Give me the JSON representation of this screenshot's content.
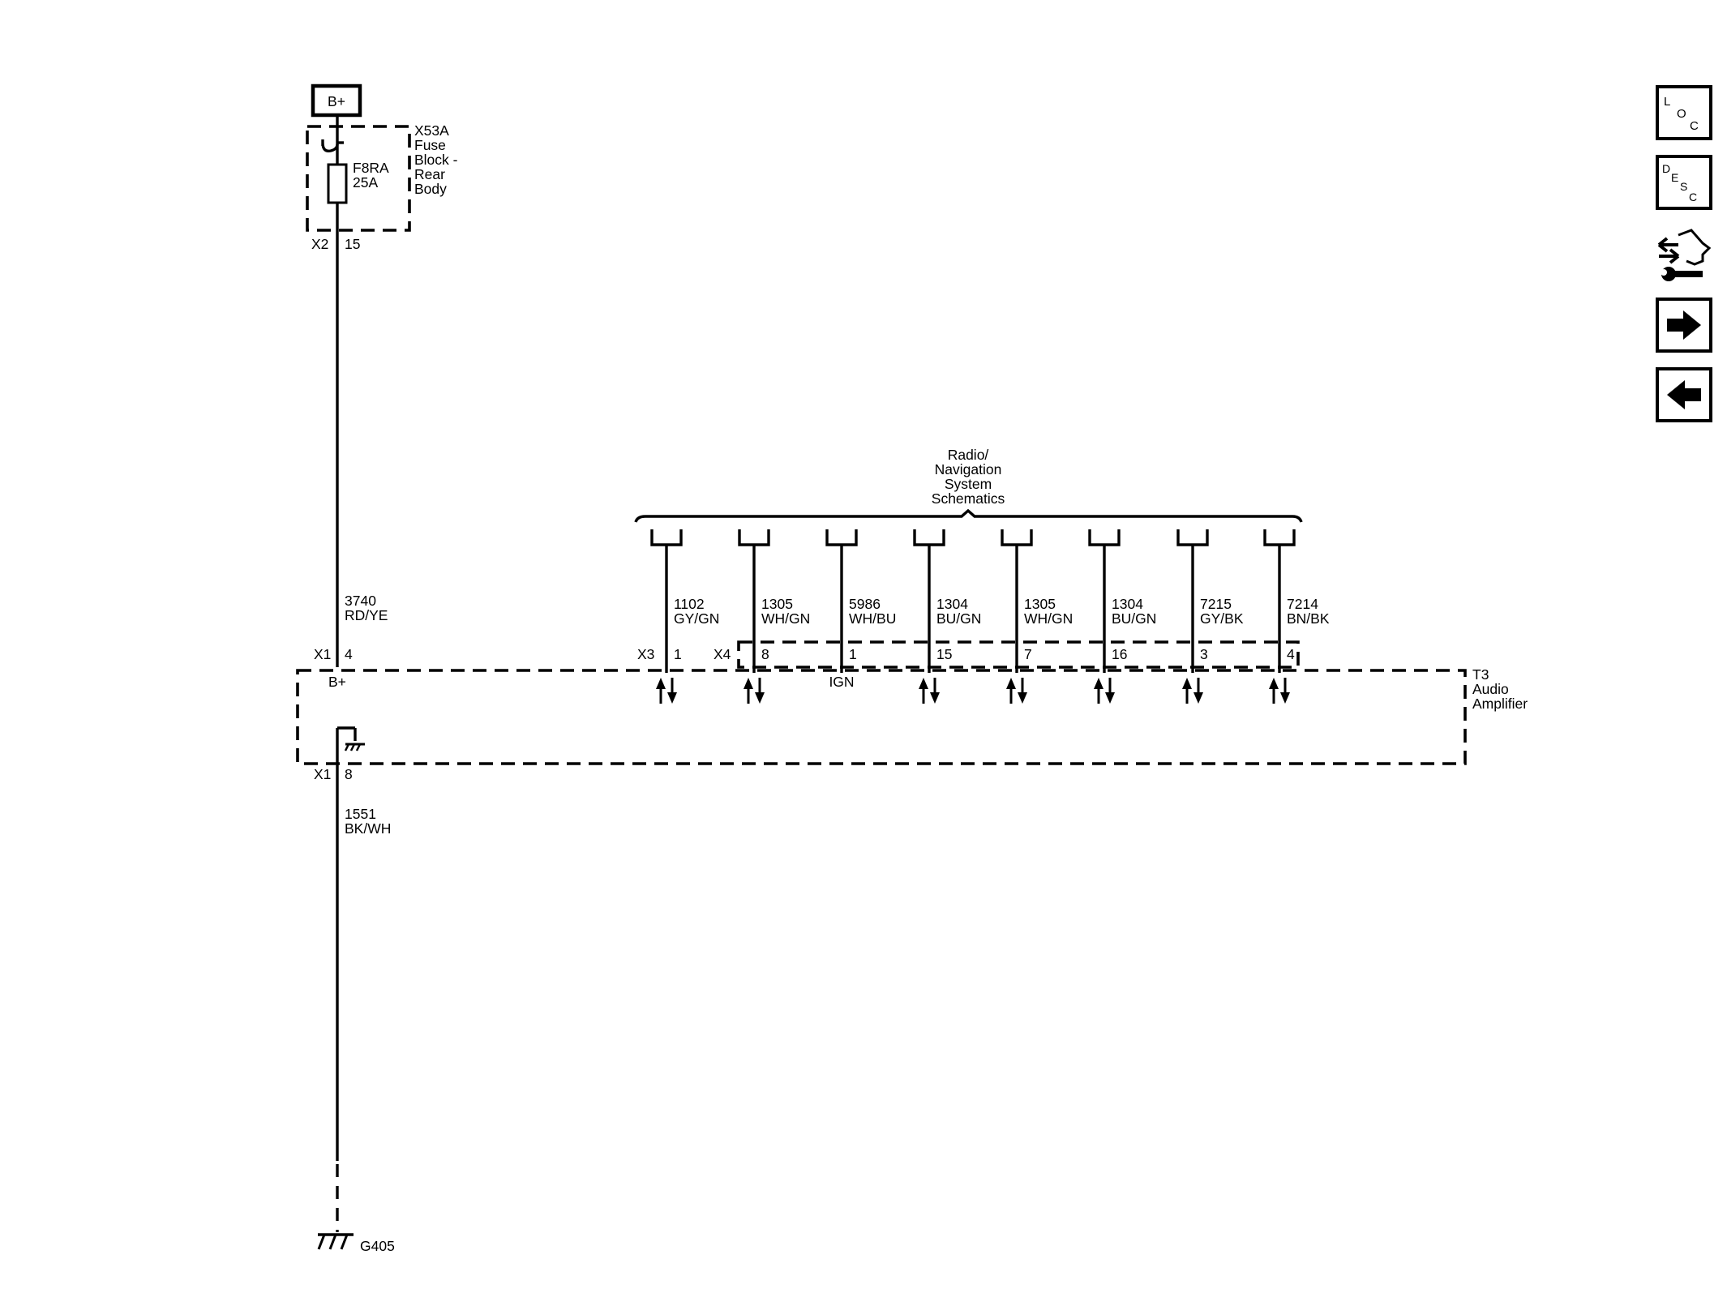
{
  "power": {
    "label": "B+"
  },
  "fuse_block": {
    "name_lines": [
      "X53A",
      "Fuse",
      "Block -",
      "Rear",
      "Body"
    ],
    "fuse_id": "F8RA",
    "fuse_rating": "25A",
    "connector": "X2",
    "pin": "15"
  },
  "power_wire": {
    "circuit": "3740",
    "color": "RD/YE"
  },
  "amp_power_pin": {
    "connector": "X1",
    "pin": "4",
    "function": "B+"
  },
  "amp_ground_pin": {
    "connector": "X1",
    "pin": "8"
  },
  "ground_wire": {
    "circuit": "1551",
    "color": "BK/WH"
  },
  "ground": {
    "id": "G405"
  },
  "radio_group": {
    "label_lines": [
      "Radio/",
      "Navigation",
      "System",
      "Schematics"
    ]
  },
  "amplifier": {
    "label_lines": [
      "T3",
      "Audio",
      "Amplifier"
    ]
  },
  "connectors": {
    "x3": "X3",
    "x4": "X4"
  },
  "signal_wires": [
    {
      "circuit": "1102",
      "color": "GY/GN",
      "pin": "1",
      "function": "",
      "bidirectional": true
    },
    {
      "circuit": "1305",
      "color": "WH/GN",
      "pin": "8",
      "function": "",
      "bidirectional": true
    },
    {
      "circuit": "5986",
      "color": "WH/BU",
      "pin": "1",
      "function": "IGN",
      "bidirectional": false
    },
    {
      "circuit": "1304",
      "color": "BU/GN",
      "pin": "15",
      "function": "",
      "bidirectional": true
    },
    {
      "circuit": "1305",
      "color": "WH/GN",
      "pin": "7",
      "function": "",
      "bidirectional": true
    },
    {
      "circuit": "1304",
      "color": "BU/GN",
      "pin": "16",
      "function": "",
      "bidirectional": true
    },
    {
      "circuit": "7215",
      "color": "GY/BK",
      "pin": "3",
      "function": "",
      "bidirectional": true
    },
    {
      "circuit": "7214",
      "color": "BN/BK",
      "pin": "4",
      "function": "",
      "bidirectional": true
    }
  ],
  "nav_buttons": [
    {
      "name": "loc-button",
      "text": "LOC",
      "icon": "loc-icon"
    },
    {
      "name": "desc-button",
      "text": "DESC",
      "icon": "desc-icon"
    },
    {
      "name": "service-button",
      "text": "",
      "icon": "connector-wrench-icon"
    },
    {
      "name": "next-page-button",
      "text": "",
      "icon": "arrow-right-icon"
    },
    {
      "name": "prev-page-button",
      "text": "",
      "icon": "arrow-left-icon"
    }
  ]
}
